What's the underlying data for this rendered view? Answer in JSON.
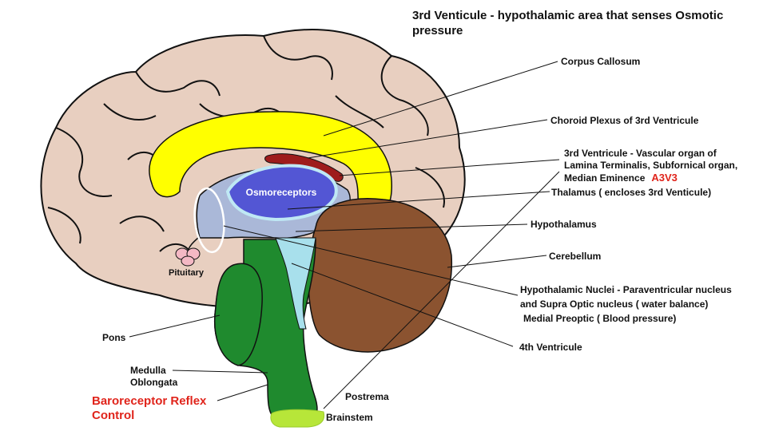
{
  "title": "3rd Venticule - hypothalamic area that senses Osmotic pressure",
  "labels": {
    "corpus_callosum": "Corpus Callosum",
    "choroid_plexus": "Choroid Plexus of 3rd Ventricule",
    "third_ventricle_line1": "3rd Ventricule - Vascular organ of",
    "third_ventricle_line2": "Lamina Terminalis, Subfornical organ,",
    "third_ventricle_line3": "Median Eminence",
    "a3v3": "A3V3",
    "thalamus": "Thalamus ( encloses 3rd Venticule)",
    "hypothalamus": "Hypothalamus",
    "cerebellum": "Cerebellum",
    "nuclei_line1": "Hypothalamic Nuclei - Paraventricular nucleus",
    "nuclei_line2": "and Supra Optic nucleus ( water balance)",
    "nuclei_line3": "Medial Preoptic ( Blood pressure)",
    "fourth_ventricle": "4th Ventricule",
    "pons": "Pons",
    "medulla_line1": "Medulla",
    "medulla_line2": "Oblongata",
    "baroreceptor_line1": "Baroreceptor Reflex",
    "baroreceptor_line2": "Control",
    "postrema": "Postrema",
    "brainstem": "Brainstem",
    "pituitary": "Pituitary",
    "osmoreceptors": "Osmoreceptors"
  },
  "colors": {
    "cerebrum": "#e8cfc0",
    "corpus_callosum": "#ffff00",
    "choroid_plexus": "#9e1c1c",
    "third_ventricle": "#5356d4",
    "thalamus": "#aab8d8",
    "cerebellum": "#8b5330",
    "brainstem": "#1f8a2e",
    "fourth_ventricle": "#a8e0ec",
    "brainstem_tip": "#b7e639",
    "pituitary": "#f4b8c4",
    "accent_red": "#e0241b"
  }
}
